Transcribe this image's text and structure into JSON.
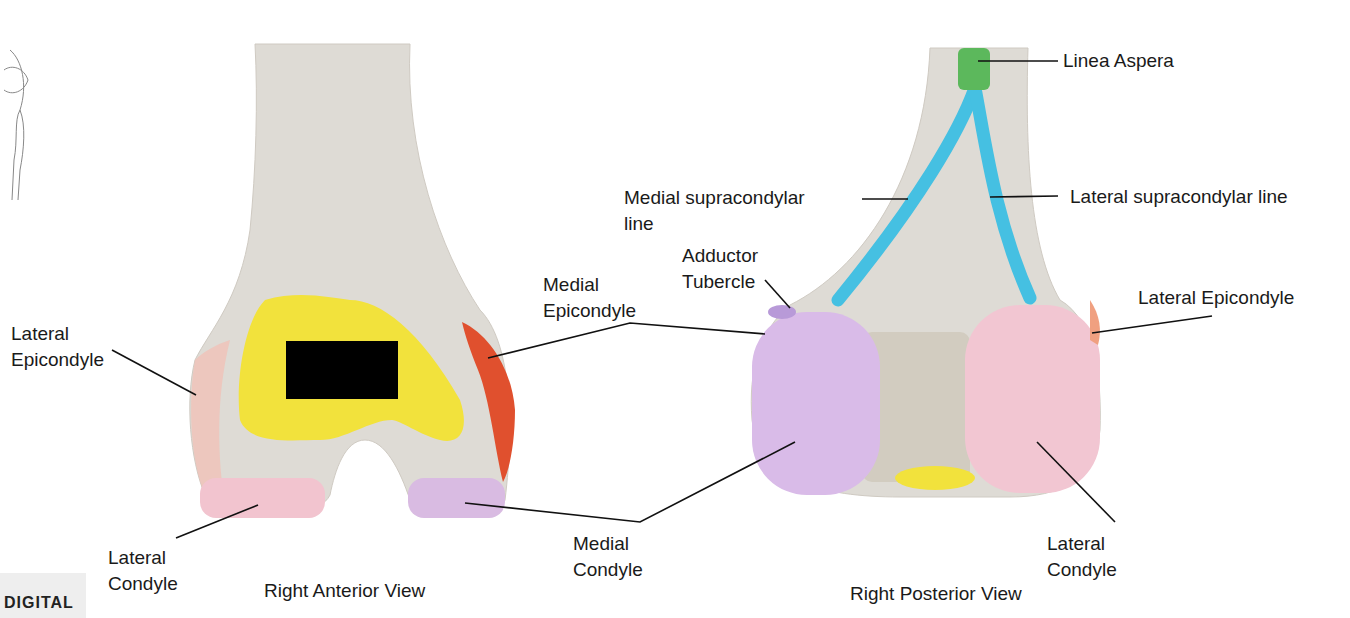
{
  "diagram": {
    "labels": [
      "Linea Aspera",
      "Medial supracondylar line",
      "Lateral supracondylar line",
      "Adductor Tubercle",
      "Lateral Epicondyle",
      "Medial Epicondyle",
      "Lateral Epicondyle",
      "Lateral Condyle",
      "Medial Condyle",
      "Lateral Condyle",
      "Right Anterior View",
      "Right Posterior View",
      "DIGITAL"
    ]
  }
}
